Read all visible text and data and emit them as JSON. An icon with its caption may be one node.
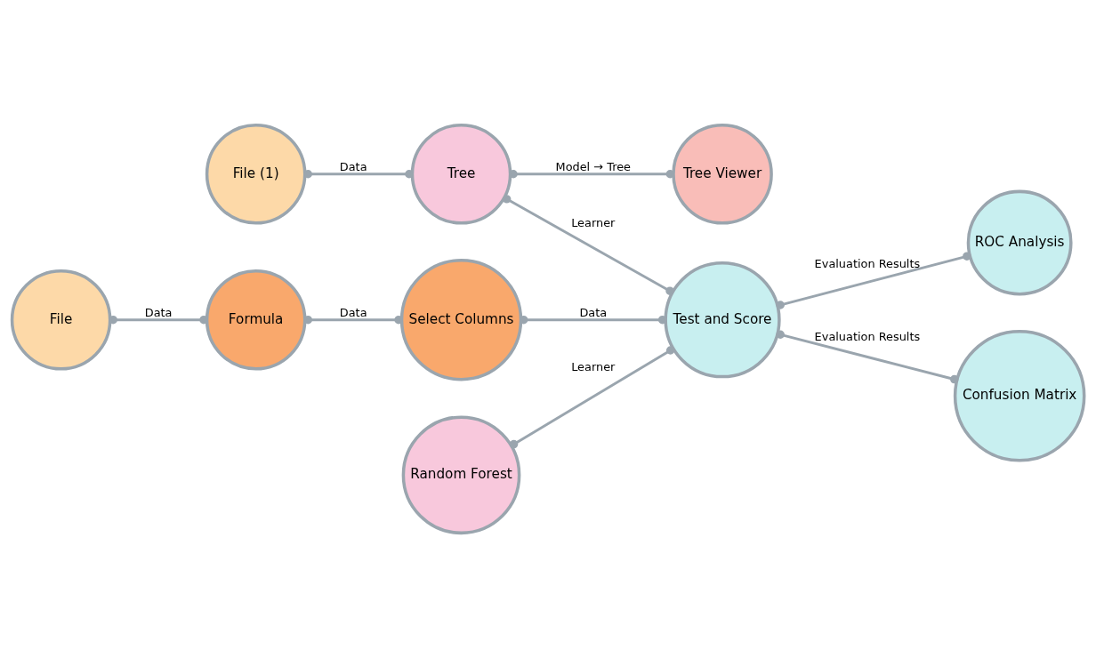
{
  "diagram": {
    "nodes": [
      {
        "text": [
          "File (1)"
        ]
      },
      {
        "text": [
          "File"
        ]
      },
      {
        "text": [
          "Tree"
        ]
      },
      {
        "text": [
          "Tree Viewer"
        ]
      },
      {
        "text": [
          "ROC Analysis"
        ]
      },
      {
        "text": [
          "Formula"
        ]
      },
      {
        "text": [
          "Select Columns"
        ]
      },
      {
        "text": [
          "Test and Score"
        ]
      },
      {
        "text": [
          "Confusion Matrix"
        ]
      },
      {
        "text": [
          "Random Forest"
        ]
      }
    ],
    "edges": [
      {
        "from": 0,
        "to": 2,
        "arrow": "other",
        "label": "Data"
      },
      {
        "from": 2,
        "to": 3,
        "arrow": "other",
        "label": "Model → Tree"
      },
      {
        "from": 2,
        "to": 7,
        "arrow": "other",
        "label": "Learner"
      },
      {
        "from": 1,
        "to": 5,
        "arrow": "other",
        "label": "Data"
      },
      {
        "from": 5,
        "to": 6,
        "arrow": "other",
        "label": "Data"
      },
      {
        "from": 6,
        "to": 7,
        "arrow": "other",
        "label": "Data"
      },
      {
        "from": 7,
        "to": 4,
        "arrow": "other",
        "label": "Evaluation Results"
      },
      {
        "from": 7,
        "to": 8,
        "arrow": "other",
        "label": "Evaluation Results"
      },
      {
        "from": 9,
        "to": 7,
        "arrow": "other",
        "label": "Learner"
      }
    ]
  }
}
